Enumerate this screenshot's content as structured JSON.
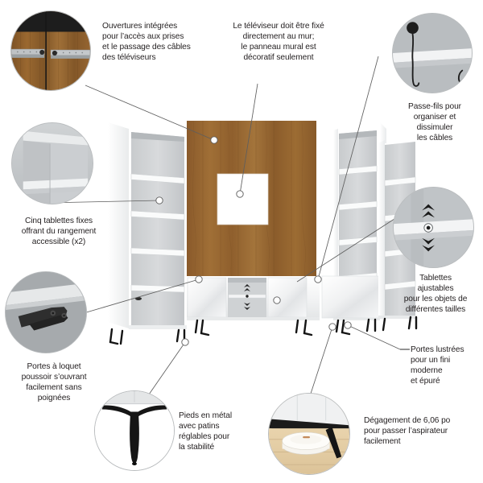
{
  "page": {
    "kind": "product-feature-callout-diagram",
    "language": "fr",
    "background_color": "#ffffff",
    "text_color": "#231f20",
    "leader_line_color": "#5a5a5a",
    "product": "ensemble mural de divertissement",
    "wood_color": "#97632f",
    "white_panel_color": "#f4f5f6",
    "leg_color": "#1a1a1a"
  },
  "callouts": [
    {
      "id": "cable-openings",
      "label": "Ouvertures intégrées\npour l’accès aux prises\net le passage des câbles\ndes téléviseurs",
      "bubble": "wood-panel-with-metal-rails",
      "align": "left"
    },
    {
      "id": "tv-wall-mount",
      "label": "Le téléviseur doit être fixé\ndirectement au mur;\nle panneau mural est\ndécoratif seulement",
      "bubble": "none",
      "align": "center"
    },
    {
      "id": "cable-grommets",
      "label": "Passe-fils pour\norganiser et\ndissimuler\nles câbles",
      "bubble": "shelf-with-cable",
      "align": "center"
    },
    {
      "id": "fixed-shelves",
      "label": "Cinq tablettes fixes\noffrant du rangement\naccessible (x2)",
      "bubble": "open-shelf-unit",
      "align": "center"
    },
    {
      "id": "push-latch-doors",
      "label": "Portes à loquet\npoussoir s’ouvrant\nfacilement sans\npoignées",
      "bubble": "push-latch-hardware",
      "align": "center"
    },
    {
      "id": "metal-legs",
      "label": "Pieds en métal\navec patins\nréglables pour\nla stabilité",
      "bubble": "metal-leg",
      "align": "left"
    },
    {
      "id": "adjustable-shelves",
      "label": "Tablettes\najustables\npour les objets de\ndifférentes tailles",
      "bubble": "adjustable-shelf-arrows",
      "align": "center"
    },
    {
      "id": "glossy-doors",
      "label": "Portes lustrées\npour un fini\nmoderne\net épuré",
      "bubble": "none",
      "align": "left"
    },
    {
      "id": "vacuum-clearance",
      "label": "Dégagement de 6,06 po\npour passer l’aspirateur\nfacilement",
      "bubble": "robot-vacuum-under-cabinet",
      "align": "left"
    }
  ],
  "measurements": {
    "clearance": "6,06 po",
    "fixed_shelf_count": "Cinq",
    "fixed_shelf_multiplier": "(x2)"
  }
}
